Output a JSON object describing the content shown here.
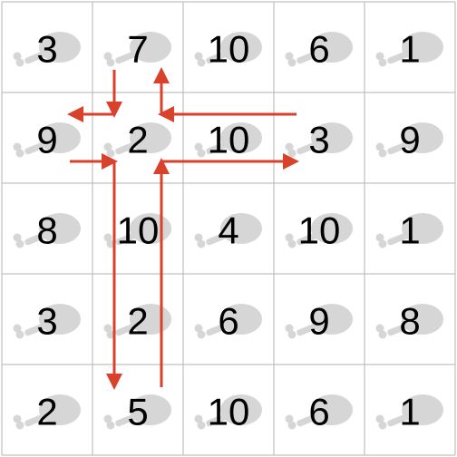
{
  "grid": {
    "rows": 5,
    "cols": 5,
    "values": [
      [
        "3",
        "7",
        "10",
        "6",
        "1"
      ],
      [
        "9",
        "2",
        "10",
        "3",
        "9"
      ],
      [
        "8",
        "10",
        "4",
        "10",
        "1"
      ],
      [
        "3",
        "2",
        "6",
        "9",
        "8"
      ],
      [
        "2",
        "5",
        "10",
        "6",
        "1"
      ]
    ]
  },
  "colors": {
    "background": "#ffffff",
    "grid_line": "#b3b3b3",
    "text": "#000000",
    "icon": "#d6d6d6",
    "arrow": "#d9412b"
  },
  "cell_icon": "drumstick-icon",
  "moves": [
    {
      "from": [
        0,
        1
      ],
      "to": [
        1,
        1
      ]
    },
    {
      "from": [
        1,
        1
      ],
      "to": [
        0,
        1
      ]
    },
    {
      "from": [
        1,
        0
      ],
      "to": [
        1,
        1
      ]
    },
    {
      "from": [
        1,
        1
      ],
      "to": [
        1,
        0
      ]
    },
    {
      "from": [
        1,
        1
      ],
      "to": [
        1,
        3
      ]
    },
    {
      "from": [
        1,
        3
      ],
      "to": [
        1,
        1
      ]
    },
    {
      "from": [
        1,
        1
      ],
      "to": [
        4,
        1
      ]
    },
    {
      "from": [
        4,
        1
      ],
      "to": [
        1,
        1
      ]
    }
  ]
}
